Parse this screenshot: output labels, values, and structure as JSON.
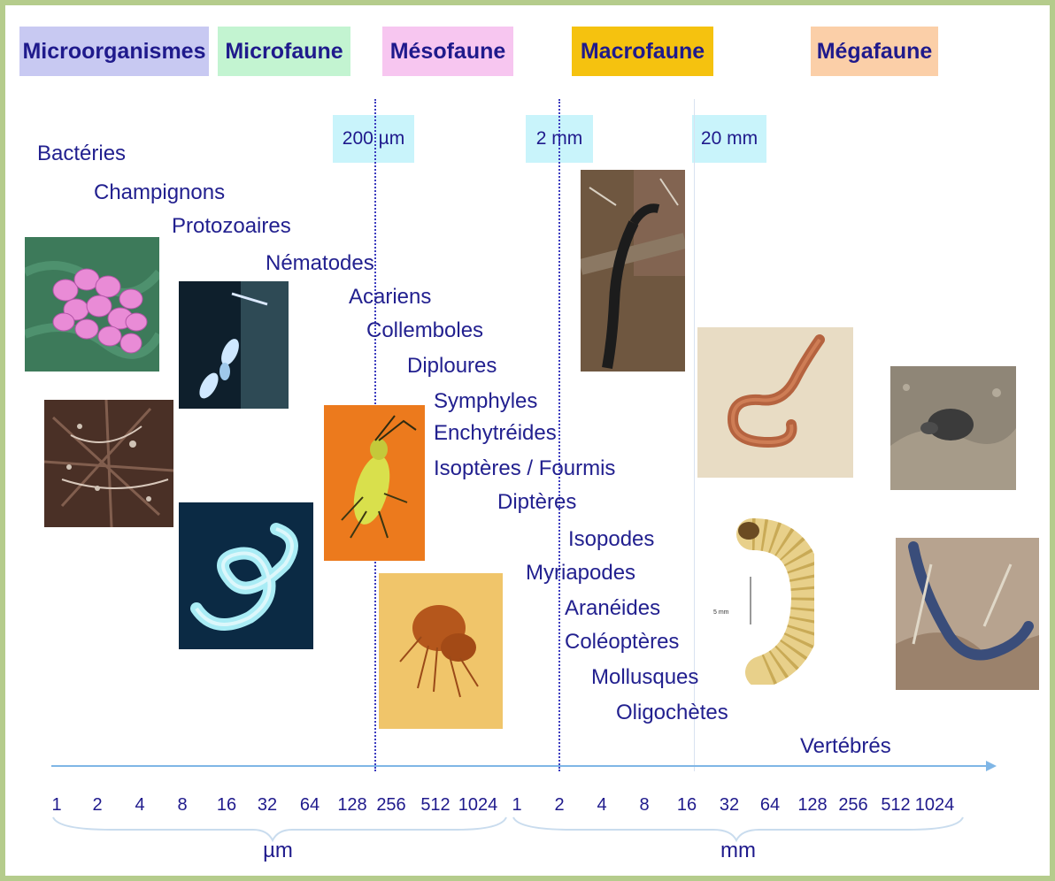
{
  "categories": [
    {
      "label": "Microorganismes",
      "color": "#c8c9f2"
    },
    {
      "label": "Microfaune",
      "color": "#c3f4d1"
    },
    {
      "label": "Mésofaune",
      "color": "#f7c6f0"
    },
    {
      "label": "Macrofaune",
      "color": "#f5c20f"
    },
    {
      "label": "Mégafaune",
      "color": "#fbcfa8"
    }
  ],
  "thresholds": [
    "200 µm",
    "2 mm",
    "20 mm"
  ],
  "organisms": [
    "Bactéries",
    "Champignons",
    "Protozoaires",
    "Nématodes",
    "Acariens",
    "Collemboles",
    "Diploures",
    "Symphyles",
    "Enchytréides",
    "Isoptères / Fourmis",
    "Diptères",
    "Isopodes",
    "Myriapodes",
    "Aranéides",
    "Coléoptères",
    "Mollusques",
    "Oligochètes",
    "Vertébrés"
  ],
  "photos": [
    "bacteria-photo",
    "fungi-photo",
    "protozoa-photo",
    "nematode-photo",
    "springtail-photo",
    "mite-photo",
    "millipede-photo",
    "earthworm-photo",
    "beetle-larva-photo",
    "mole-photo",
    "snake-photo"
  ],
  "scale": {
    "um_ticks": [
      "1",
      "2",
      "4",
      "8",
      "16",
      "32",
      "64",
      "128",
      "256",
      "512",
      "1024"
    ],
    "mm_ticks": [
      "1",
      "2",
      "4",
      "8",
      "16",
      "32",
      "64",
      "128",
      "256",
      "512",
      "1024"
    ],
    "um_label": "µm",
    "mm_label": "mm"
  }
}
